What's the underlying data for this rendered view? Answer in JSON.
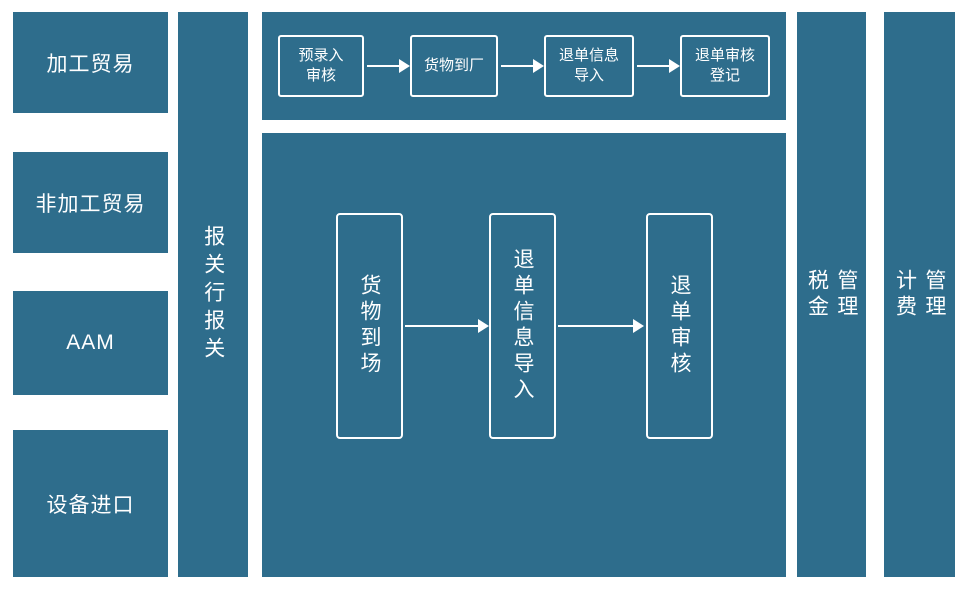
{
  "colors": {
    "panel_teal": "#2e6d8c",
    "text_white": "#ffffff"
  },
  "left_nav": {
    "items": [
      {
        "label": "加工贸易"
      },
      {
        "label": "非加工贸易"
      },
      {
        "label": "AAM"
      },
      {
        "label": "设备进口"
      }
    ]
  },
  "broker_column": {
    "label": "报关行报关"
  },
  "top_flow": {
    "steps": [
      {
        "label": "预录入\n审核"
      },
      {
        "label": "货物到厂"
      },
      {
        "label": "退单信息\n导入"
      },
      {
        "label": "退单审核\n登记"
      }
    ]
  },
  "main_flow": {
    "steps": [
      {
        "label": "货物到场"
      },
      {
        "label": "退单信息导入"
      },
      {
        "label": "退单审核"
      }
    ]
  },
  "right_columns": [
    {
      "label": "税金\n管理"
    },
    {
      "label": "计费\n管理"
    }
  ]
}
